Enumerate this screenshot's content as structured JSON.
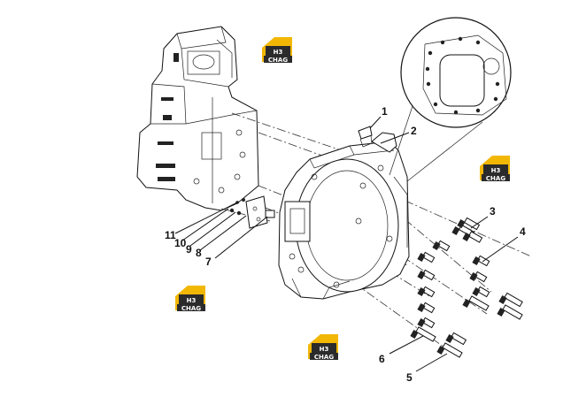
{
  "callouts": [
    "1",
    "2",
    "3",
    "4",
    "5",
    "6",
    "7",
    "8",
    "9",
    "10",
    "11"
  ],
  "watermark": {
    "top": "H3",
    "bottom": "CHAG",
    "color_yellow": "#f2b705",
    "color_dark": "#2b2b2b"
  }
}
